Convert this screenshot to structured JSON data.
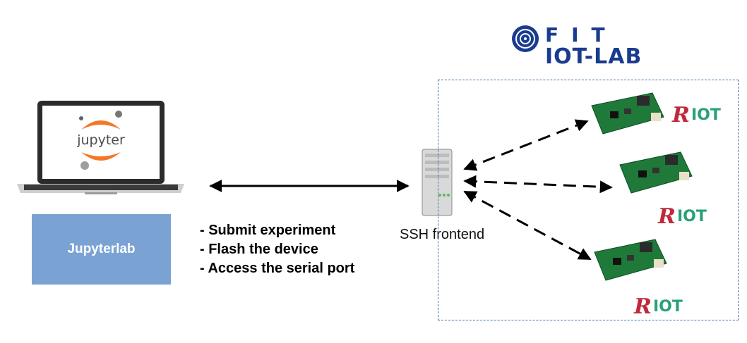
{
  "laptop": {
    "logo_text": "jupyter"
  },
  "jupyterlab_box": {
    "label": "Jupyterlab",
    "color": "#7aa3d4"
  },
  "actions": {
    "items": [
      "- Submit experiment",
      "- Flash the device",
      "- Access the serial port"
    ]
  },
  "server": {
    "label": "SSH frontend"
  },
  "testbed": {
    "logo_line1": "FIT",
    "logo_line2": "IOT-LAB",
    "logo_color": "#1a3c8f",
    "os_badge_r": "R",
    "os_badge_text": "IOT",
    "os_badge_colors": {
      "r": "#c0283c",
      "iot": "#2aa07a"
    }
  }
}
